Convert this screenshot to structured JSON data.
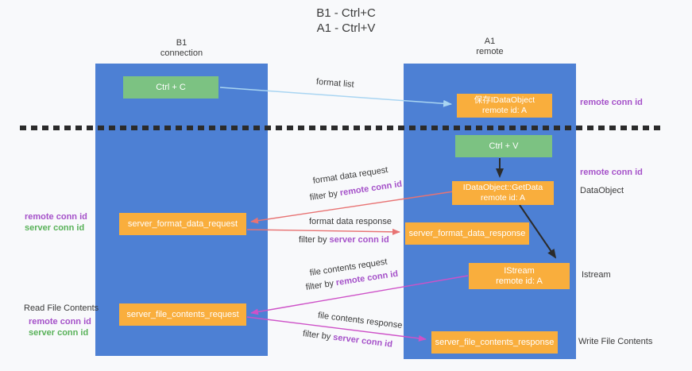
{
  "title": {
    "line1": "B1 - Ctrl+C",
    "line2": "A1 - Ctrl+V"
  },
  "columns": {
    "left": {
      "name": "B1",
      "role": "connection"
    },
    "right": {
      "name": "A1",
      "role": "remote"
    }
  },
  "nodes": {
    "ctrl_c": {
      "label": "Ctrl + C"
    },
    "ctrl_v": {
      "label": "Ctrl + V"
    },
    "save_dataobject": {
      "line1": "保存IDataObject",
      "line2": "remote id: A"
    },
    "getdata": {
      "line1": "IDataObject::GetData",
      "line2": "remote id: A"
    },
    "istream": {
      "line1": "IStream",
      "line2": "remote id: A"
    },
    "format_request": {
      "label": "server_format_data_request"
    },
    "format_response": {
      "label": "server_format_data_response"
    },
    "file_request": {
      "label": "server_file_contents_request"
    },
    "file_response": {
      "label": "server_file_contents_response"
    }
  },
  "edge_labels": {
    "format_list": "format list",
    "format_data_request": "format data request",
    "format_data_response": "format data response",
    "file_contents_request": "file contents request",
    "file_contents_response": "file contents response",
    "filter_by": "filter by",
    "remote_conn_id": "remote conn id",
    "server_conn_id": "server conn id"
  },
  "annotations": {
    "remote_conn_id": "remote conn id",
    "server_conn_id": "server conn id",
    "dataobject": "DataObject",
    "istream": "Istream",
    "read_file_contents": "Read File Contents",
    "write_file_contents": "Write File Contents"
  },
  "colors": {
    "background": "#f8f9fb",
    "column_blue": "#4d80d4",
    "node_orange": "#f9ae3d",
    "node_green": "#7cc282",
    "conn_id_purple": "#a551c9",
    "conn_id_green": "#58b158",
    "arrow_red": "#e87373",
    "arrow_magenta": "#ce52c8",
    "arrow_lightblue": "#a9d5f2",
    "arrow_black": "#2b2b2b"
  }
}
